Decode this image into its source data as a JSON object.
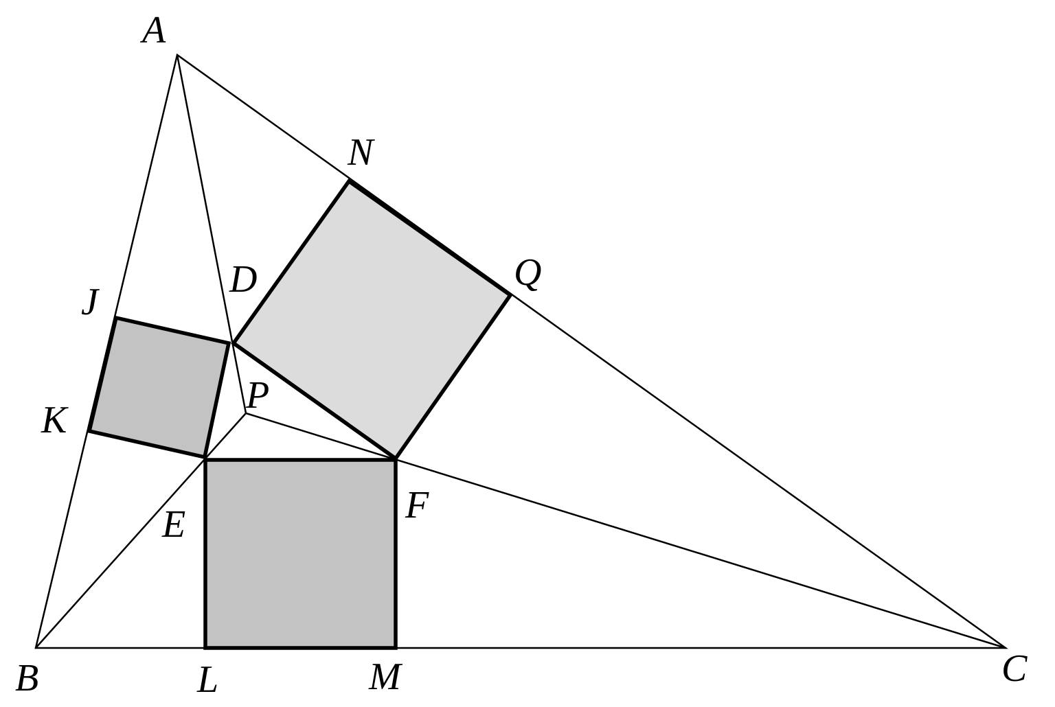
{
  "labels": {
    "A": "A",
    "B": "B",
    "C": "C",
    "D": "D",
    "E": "E",
    "F": "F",
    "J": "J",
    "K": "K",
    "L": "L",
    "M": "M",
    "N": "N",
    "P": "P",
    "Q": "Q"
  },
  "colors": {
    "square_on_AC": "#dcdcdc",
    "square_on_AB": "#c3c3c3",
    "square_on_BC": "#c3c3c3",
    "stroke": "#000000"
  }
}
